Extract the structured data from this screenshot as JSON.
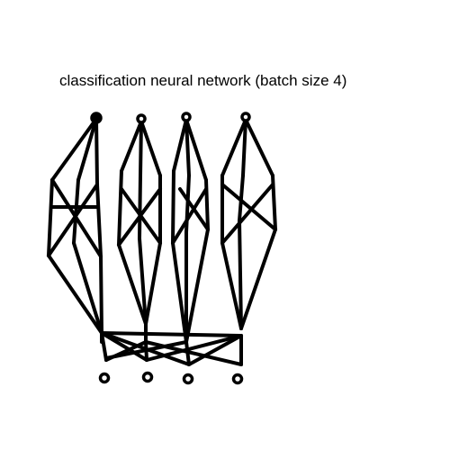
{
  "title": "classification neural network (batch size 4)",
  "colors": {
    "stroke": "#000000",
    "background": "#ffffff"
  },
  "diagram": {
    "networks": 4,
    "input_nodes_per_network": 1,
    "output_nodes_per_network": 1,
    "output_row_nodes": 4
  }
}
